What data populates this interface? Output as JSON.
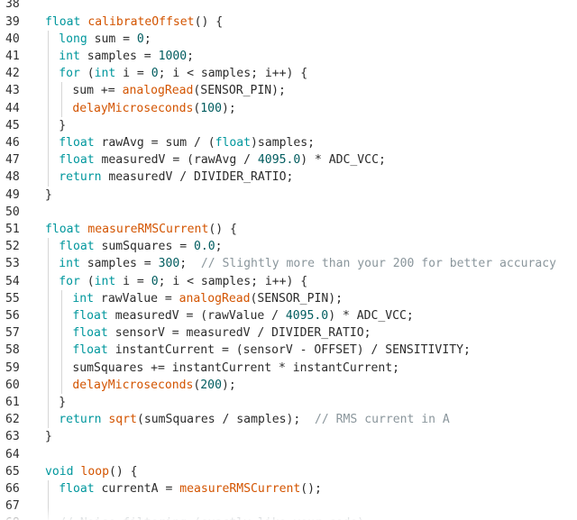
{
  "editor": {
    "colors": {
      "keyword": "#00979d",
      "function": "#d35400",
      "number": "#005c5f",
      "comment": "#8a969c",
      "text": "#2b2b2b",
      "line_number": "#2f2f2f",
      "background": "#ffffff"
    },
    "lines": [
      {
        "num": "38",
        "indent": 0,
        "tokens": []
      },
      {
        "num": "39",
        "indent": 0,
        "tokens": [
          {
            "t": "float",
            "c": "kw"
          },
          {
            "t": " "
          },
          {
            "t": "calibrateOffset",
            "c": "fn"
          },
          {
            "t": "() {"
          }
        ]
      },
      {
        "num": "40",
        "indent": 1,
        "tokens": [
          {
            "t": "long",
            "c": "kw"
          },
          {
            "t": " sum = "
          },
          {
            "t": "0",
            "c": "num"
          },
          {
            "t": ";"
          }
        ]
      },
      {
        "num": "41",
        "indent": 1,
        "tokens": [
          {
            "t": "int",
            "c": "kw"
          },
          {
            "t": " samples = "
          },
          {
            "t": "1000",
            "c": "num"
          },
          {
            "t": ";"
          }
        ]
      },
      {
        "num": "42",
        "indent": 1,
        "tokens": [
          {
            "t": "for",
            "c": "kw"
          },
          {
            "t": " ("
          },
          {
            "t": "int",
            "c": "kw"
          },
          {
            "t": " i = "
          },
          {
            "t": "0",
            "c": "num"
          },
          {
            "t": "; i < samples; i++) {"
          }
        ]
      },
      {
        "num": "43",
        "indent": 2,
        "tokens": [
          {
            "t": "sum += "
          },
          {
            "t": "analogRead",
            "c": "fn"
          },
          {
            "t": "(SENSOR_PIN);"
          }
        ]
      },
      {
        "num": "44",
        "indent": 2,
        "tokens": [
          {
            "t": "delayMicroseconds",
            "c": "fn"
          },
          {
            "t": "("
          },
          {
            "t": "100",
            "c": "num"
          },
          {
            "t": ");"
          }
        ]
      },
      {
        "num": "45",
        "indent": 1,
        "tokens": [
          {
            "t": "}"
          }
        ]
      },
      {
        "num": "46",
        "indent": 1,
        "tokens": [
          {
            "t": "float",
            "c": "kw"
          },
          {
            "t": " rawAvg = sum / ("
          },
          {
            "t": "float",
            "c": "kw"
          },
          {
            "t": ")samples;"
          }
        ]
      },
      {
        "num": "47",
        "indent": 1,
        "tokens": [
          {
            "t": "float",
            "c": "kw"
          },
          {
            "t": " measuredV = (rawAvg / "
          },
          {
            "t": "4095.0",
            "c": "num"
          },
          {
            "t": ") * ADC_VCC;"
          }
        ]
      },
      {
        "num": "48",
        "indent": 1,
        "tokens": [
          {
            "t": "return",
            "c": "kw"
          },
          {
            "t": " measuredV / DIVIDER_RATIO;"
          }
        ]
      },
      {
        "num": "49",
        "indent": 0,
        "tokens": [
          {
            "t": "}"
          }
        ]
      },
      {
        "num": "50",
        "indent": 0,
        "tokens": []
      },
      {
        "num": "51",
        "indent": 0,
        "tokens": [
          {
            "t": "float",
            "c": "kw"
          },
          {
            "t": " "
          },
          {
            "t": "measureRMSCurrent",
            "c": "fn"
          },
          {
            "t": "() {"
          }
        ]
      },
      {
        "num": "52",
        "indent": 1,
        "tokens": [
          {
            "t": "float",
            "c": "kw"
          },
          {
            "t": " sumSquares = "
          },
          {
            "t": "0.0",
            "c": "num"
          },
          {
            "t": ";"
          }
        ]
      },
      {
        "num": "53",
        "indent": 1,
        "tokens": [
          {
            "t": "int",
            "c": "kw"
          },
          {
            "t": " samples = "
          },
          {
            "t": "300",
            "c": "num"
          },
          {
            "t": ";  "
          },
          {
            "t": "// Slightly more than your 200 for better accuracy",
            "c": "cm"
          }
        ]
      },
      {
        "num": "54",
        "indent": 1,
        "tokens": [
          {
            "t": "for",
            "c": "kw"
          },
          {
            "t": " ("
          },
          {
            "t": "int",
            "c": "kw"
          },
          {
            "t": " i = "
          },
          {
            "t": "0",
            "c": "num"
          },
          {
            "t": "; i < samples; i++) {"
          }
        ]
      },
      {
        "num": "55",
        "indent": 2,
        "tokens": [
          {
            "t": "int",
            "c": "kw"
          },
          {
            "t": " rawValue = "
          },
          {
            "t": "analogRead",
            "c": "fn"
          },
          {
            "t": "(SENSOR_PIN);"
          }
        ]
      },
      {
        "num": "56",
        "indent": 2,
        "tokens": [
          {
            "t": "float",
            "c": "kw"
          },
          {
            "t": " measuredV = (rawValue / "
          },
          {
            "t": "4095.0",
            "c": "num"
          },
          {
            "t": ") * ADC_VCC;"
          }
        ]
      },
      {
        "num": "57",
        "indent": 2,
        "tokens": [
          {
            "t": "float",
            "c": "kw"
          },
          {
            "t": " sensorV = measuredV / DIVIDER_RATIO;"
          }
        ]
      },
      {
        "num": "58",
        "indent": 2,
        "tokens": [
          {
            "t": "float",
            "c": "kw"
          },
          {
            "t": " instantCurrent = (sensorV - OFFSET) / SENSITIVITY;"
          }
        ]
      },
      {
        "num": "59",
        "indent": 2,
        "tokens": [
          {
            "t": "sumSquares += instantCurrent * instantCurrent;"
          }
        ]
      },
      {
        "num": "60",
        "indent": 2,
        "tokens": [
          {
            "t": "delayMicroseconds",
            "c": "fn"
          },
          {
            "t": "("
          },
          {
            "t": "200",
            "c": "num"
          },
          {
            "t": ");"
          }
        ]
      },
      {
        "num": "61",
        "indent": 1,
        "tokens": [
          {
            "t": "}"
          }
        ]
      },
      {
        "num": "62",
        "indent": 1,
        "tokens": [
          {
            "t": "return",
            "c": "kw"
          },
          {
            "t": " "
          },
          {
            "t": "sqrt",
            "c": "fn"
          },
          {
            "t": "(sumSquares / samples);  "
          },
          {
            "t": "// RMS current in A",
            "c": "cm"
          }
        ]
      },
      {
        "num": "63",
        "indent": 0,
        "tokens": [
          {
            "t": "}"
          }
        ]
      },
      {
        "num": "64",
        "indent": 0,
        "tokens": []
      },
      {
        "num": "65",
        "indent": 0,
        "tokens": [
          {
            "t": "void",
            "c": "kw"
          },
          {
            "t": " "
          },
          {
            "t": "loop",
            "c": "fn"
          },
          {
            "t": "() {"
          }
        ]
      },
      {
        "num": "66",
        "indent": 1,
        "tokens": [
          {
            "t": "float",
            "c": "kw"
          },
          {
            "t": " currentA = "
          },
          {
            "t": "measureRMSCurrent",
            "c": "fn"
          },
          {
            "t": "();"
          }
        ]
      },
      {
        "num": "67",
        "indent": 1,
        "tokens": []
      },
      {
        "num": "68",
        "indent": 1,
        "tokens": [
          {
            "t": "// Noise filtering (exactly like your code)",
            "c": "cm"
          }
        ]
      }
    ]
  }
}
